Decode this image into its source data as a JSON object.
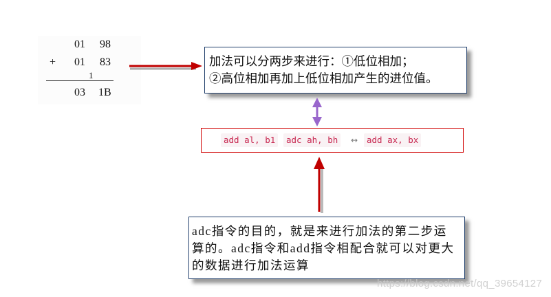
{
  "calculation": {
    "row1": {
      "operator": "",
      "high": "01",
      "low": "98"
    },
    "row2": {
      "operator": "+",
      "high": "01",
      "low": "83"
    },
    "carry": "1",
    "result": {
      "high": "03",
      "low": "1B"
    }
  },
  "explanation_box": {
    "line1": "加法可以分两步来进行：①低位相加；",
    "line2": "②高位相加再加上低位相加产生的进位值。"
  },
  "code_box": {
    "instr1": "add al, b1",
    "instr2": "adc ah, bh",
    "equivalence_symbol": "↔",
    "instr3": "add ax, bx"
  },
  "adc_box": {
    "line1": "adc指令的目的，就是来进行加法的第二步运",
    "line2": "算的。adc指令和add指令相配合就可以对更大",
    "line3": "的数据进行加法运算"
  },
  "watermark": "https://blog.csdn.net/qq_39654127",
  "colors": {
    "red_arrow": "#c00000",
    "purple_arrow": "#9966cc",
    "box_border": "#1f3e6b",
    "code_border": "#d00000",
    "code_text": "#c7254e",
    "code_bg": "#f9f2f4"
  }
}
